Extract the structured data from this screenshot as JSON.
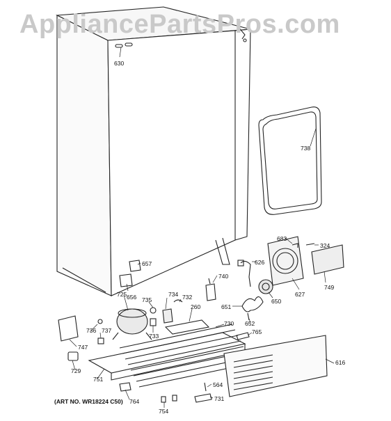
{
  "watermark": "AppliancePartsPros.com",
  "art_number": "(ART NO. WR18224 C50)",
  "part_labels": [
    "630",
    "738",
    "683",
    "324",
    "626",
    "627",
    "749",
    "740",
    "657",
    "656",
    "650",
    "651",
    "652",
    "765",
    "725",
    "735",
    "734",
    "732",
    "260",
    "730",
    "736",
    "737",
    "733",
    "747",
    "729",
    "751",
    "616",
    "564",
    "731",
    "764",
    "754"
  ]
}
